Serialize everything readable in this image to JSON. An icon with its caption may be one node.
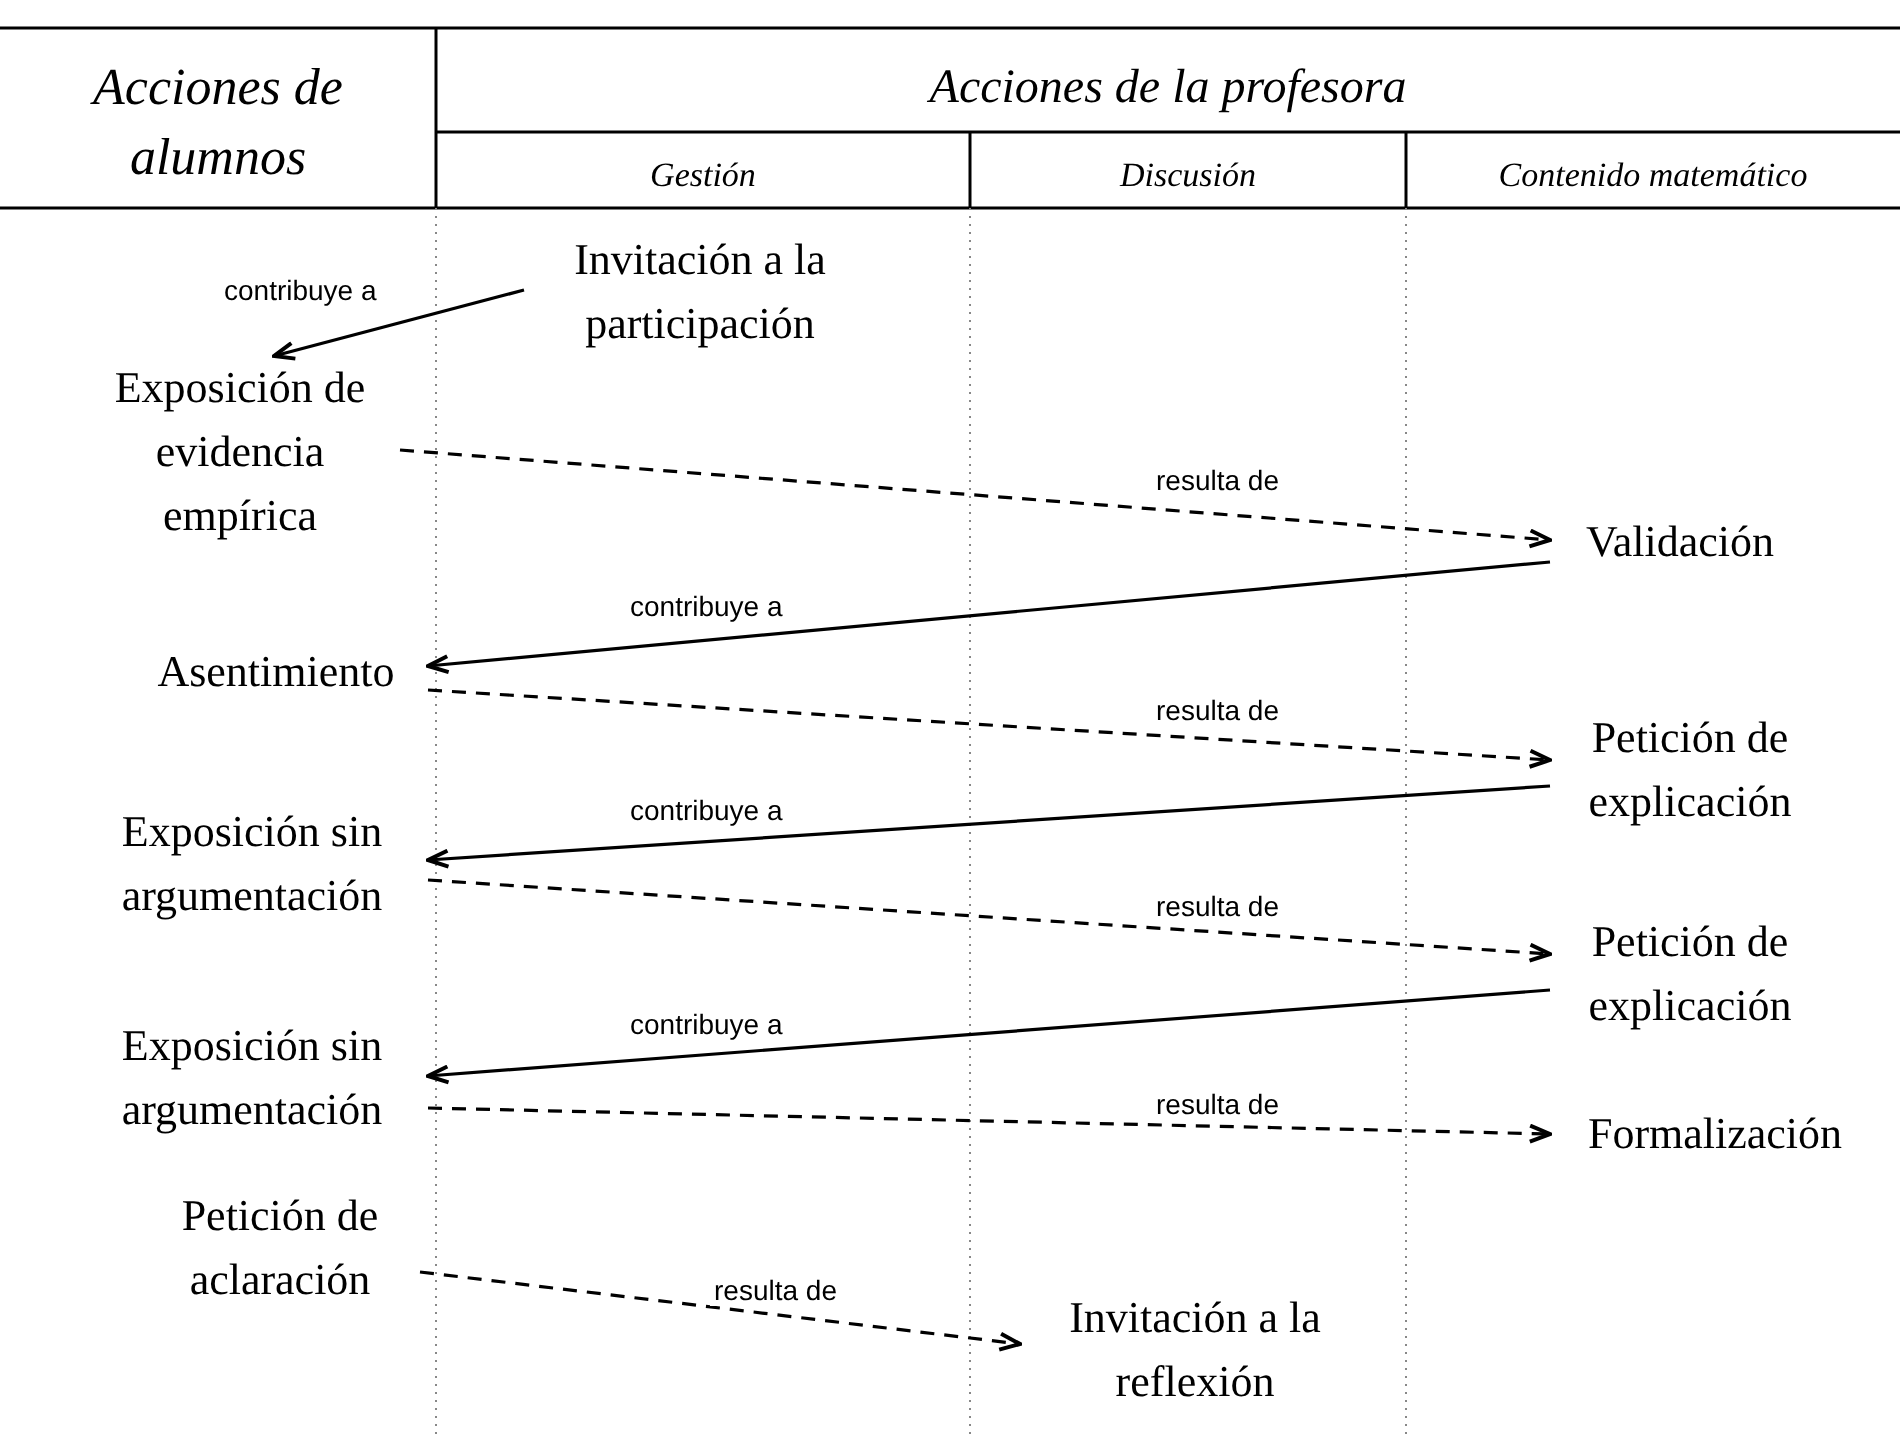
{
  "diagram": {
    "nodes": [
      {
        "text": [
          "Invitación a la participación"
        ]
      },
      {
        "text": [
          "Exposición de evidencia empírica"
        ]
      },
      {
        "text": [
          "Validación"
        ]
      },
      {
        "text": [
          "Asentimiento"
        ]
      },
      {
        "text": [
          "Petición de explicación"
        ]
      },
      {
        "text": [
          "Exposición sin argumentación"
        ]
      },
      {
        "text": [
          "Petición de explicación"
        ]
      },
      {
        "text": [
          "Exposición sin argumentación"
        ]
      },
      {
        "text": [
          "Formalización"
        ]
      },
      {
        "text": [
          "Petición de aclaración"
        ]
      },
      {
        "text": [
          "Invitación a la reflexión"
        ]
      }
    ],
    "edges": [
      {
        "from": 0,
        "to": 1,
        "arrow": "to",
        "label": "contribuye a"
      },
      {
        "from": 1,
        "to": 2,
        "arrow": "to",
        "label": "resulta de",
        "style": "dashed"
      },
      {
        "from": 2,
        "to": 3,
        "arrow": "to",
        "label": "contribuye a"
      },
      {
        "from": 3,
        "to": 4,
        "arrow": "to",
        "label": "resulta de",
        "style": "dashed"
      },
      {
        "from": 4,
        "to": 5,
        "arrow": "to",
        "label": "contribuye a"
      },
      {
        "from": 5,
        "to": 6,
        "arrow": "to",
        "label": "resulta de",
        "style": "dashed"
      },
      {
        "from": 6,
        "to": 7,
        "arrow": "to",
        "label": "contribuye a"
      },
      {
        "from": 7,
        "to": 8,
        "arrow": "to",
        "label": "resulta de",
        "style": "dashed"
      },
      {
        "from": 9,
        "to": 10,
        "arrow": "to",
        "label": "resulta de",
        "style": "dashed"
      }
    ],
    "labels": [
      "Acciones de alumnos",
      "Acciones de la profesora",
      "Gestión",
      "Discusión",
      "Contenido matemático"
    ]
  }
}
